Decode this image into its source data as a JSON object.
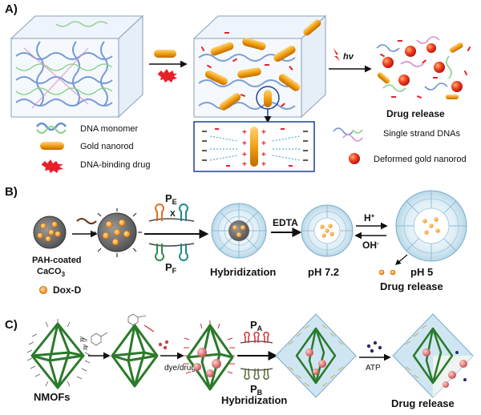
{
  "panels": {
    "a": {
      "label": "A)",
      "legend": {
        "monomer": "DNA monomer",
        "nanorod": "Gold nanorod",
        "drug": "DNA-binding drug",
        "ssdna": "Single strand DNAs",
        "deformed": "Deformed gold nanorod"
      },
      "light": "hν",
      "release": "Drug release"
    },
    "b": {
      "label": "B)",
      "pe": "P",
      "pe_sub": "E",
      "pf": "P",
      "pf_sub": "F",
      "x_mark": "X",
      "core_label_1": "PAH-coated",
      "core_label_2": "CaCO",
      "core_label_sub": "3",
      "dox": "Dox-D",
      "hybridization": "Hybridization",
      "edta": "EDTA",
      "ph72": "pH 7.2",
      "hplus": "H",
      "hplus_sup": "+",
      "ohminus": "OH",
      "ohminus_sup": "-",
      "ph5": "pH 5",
      "release": "Drug release"
    },
    "c": {
      "label": "C)",
      "nmofs": "NMOFs",
      "r_top": "R=",
      "r_bottom": "R",
      "dye": "dye/drug",
      "pa": "P",
      "pa_sub": "A",
      "pb": "P",
      "pb_sub": "B",
      "hybridization": "Hybridization",
      "atp": "ATP",
      "release": "Drug release"
    }
  },
  "colors": {
    "gold": "#f0a010",
    "drug_red": "#e8202a",
    "frame_blue": "#1f3f9a",
    "mof_green": "#3a9a3a",
    "hairpin_orange": "#e07020",
    "hairpin_teal": "#1f8a8a"
  }
}
